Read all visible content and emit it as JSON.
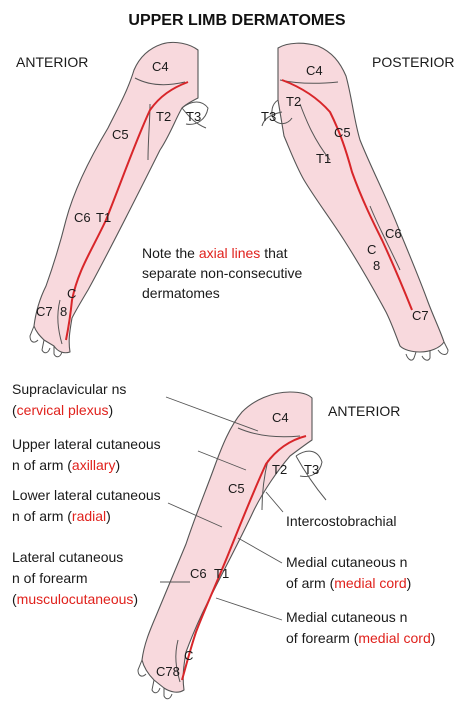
{
  "title": "UPPER LIMB DERMATOMES",
  "views": {
    "anterior": "ANTERIOR",
    "posterior": "POSTERIOR",
    "anterior_bottom": "ANTERIOR"
  },
  "note": {
    "line1_pre": "Note the ",
    "line1_highlight": "axial lines",
    "line1_post": " that",
    "line2": "separate non-consecutive",
    "line3": "dermatomes"
  },
  "segments_anterior": {
    "c4": "C4",
    "c5": "C5",
    "t2": "T2",
    "t3": "T3",
    "c6": "C6",
    "t1": "T1",
    "c": "C",
    "c7": "C7",
    "n8": "8"
  },
  "segments_posterior": {
    "c4": "C4",
    "t2": "T2",
    "t3": "T3",
    "c5": "C5",
    "t1": "T1",
    "c6": "C6",
    "c": "C",
    "n8": "8",
    "c7": "C7"
  },
  "segments_bottom": {
    "c4": "C4",
    "c5": "C5",
    "t2": "T2",
    "t3": "T3",
    "c6": "C6",
    "t1": "T1",
    "c": "C",
    "c78": "C78"
  },
  "nerves_left": [
    {
      "line1": "Supraclavicular ns",
      "open": "(",
      "highlight": "cervical plexus",
      "close": ")"
    },
    {
      "line1": "Upper lateral cutaneous",
      "pre": "n of arm (",
      "highlight": "axillary",
      "close": ")"
    },
    {
      "line1": "Lower lateral cutaneous",
      "pre": "n of arm (",
      "highlight": "radial",
      "close": ")"
    },
    {
      "line1": "Lateral cutaneous",
      "line2": "n of forearm",
      "open": "(",
      "highlight": "musculocutaneous",
      "close": ")"
    }
  ],
  "nerves_right": [
    {
      "line1": "Intercostobrachial"
    },
    {
      "line1": "Medial cutaneous n",
      "pre": "of arm (",
      "highlight": "medial cord",
      "close": ")"
    },
    {
      "line1": "Medial cutaneous n",
      "pre": "of forearm (",
      "highlight": "medial cord",
      "close": ")"
    }
  ],
  "colors": {
    "skin": "#f8d9dd",
    "axial_line": "#d8262a",
    "highlight_text": "#e0211c",
    "outline": "#555555"
  }
}
